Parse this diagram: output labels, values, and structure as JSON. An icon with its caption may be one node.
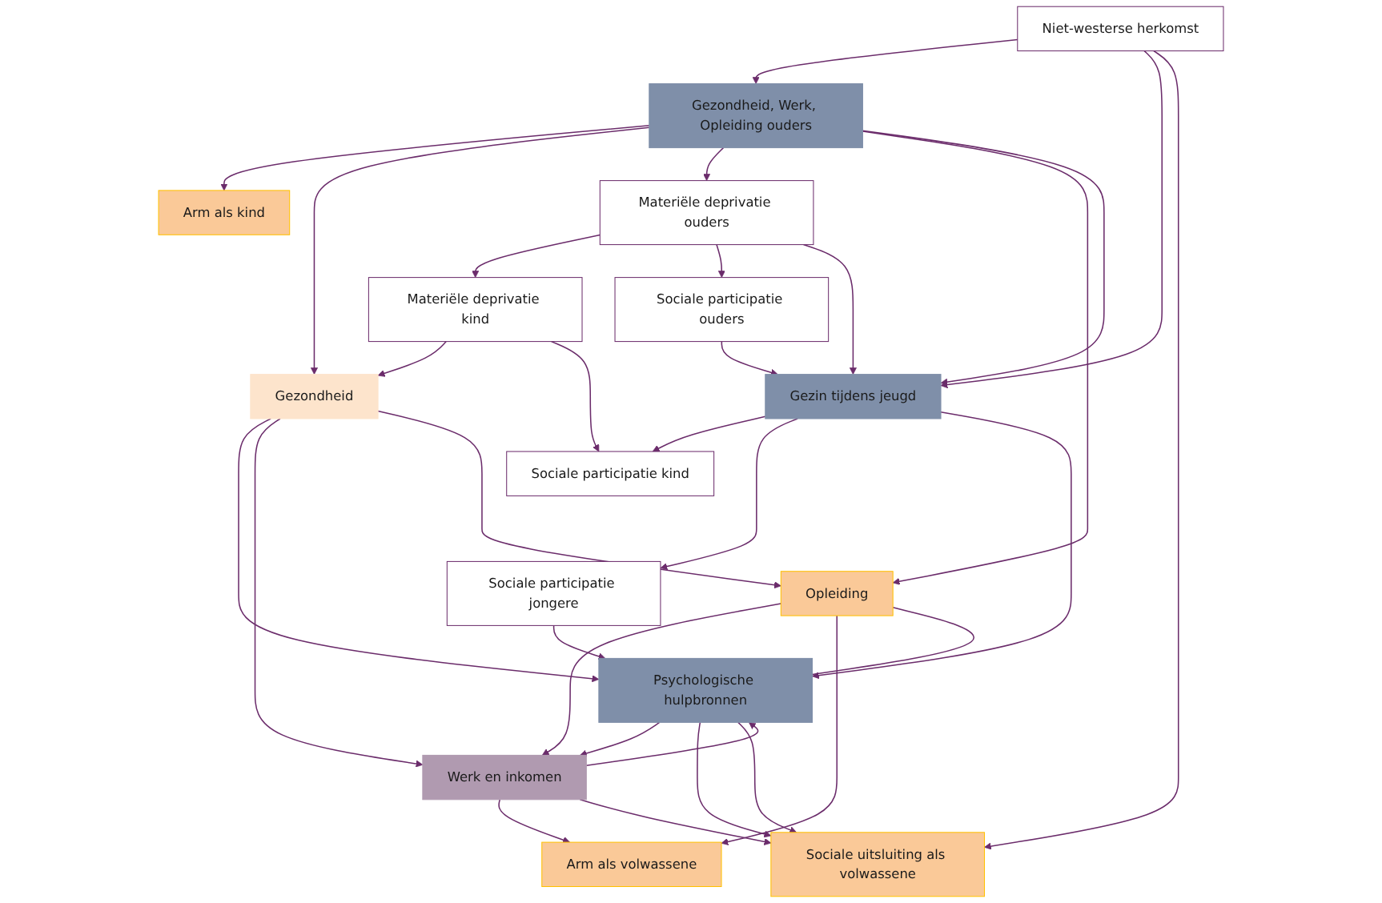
{
  "diagram": {
    "nodes": [
      {
        "text": [
          "Gezondheid, Werk, Opleiding ouders"
        ]
      },
      {
        "text": [
          "Arm als kind"
        ]
      },
      {
        "text": [
          "Arm als volwassene"
        ]
      },
      {
        "text": [
          "Materiële deprivatie ouders"
        ]
      },
      {
        "text": [
          "Materiële deprivatie kind"
        ]
      },
      {
        "text": [
          "Gezondheid"
        ]
      },
      {
        "text": [
          "Werk en inkomen"
        ]
      },
      {
        "text": [
          "Sociale participatie ouders"
        ]
      },
      {
        "text": [
          "Sociale participatie kind"
        ]
      },
      {
        "text": [
          "Sociale participatie jongere"
        ]
      },
      {
        "text": [
          "Opleiding"
        ]
      },
      {
        "text": [
          "Gezin tijdens jeugd"
        ]
      },
      {
        "text": [
          "Psychologische hulpbronnen"
        ]
      },
      {
        "text": [
          "Niet-westerse herkomst"
        ]
      },
      {
        "text": [
          "Sociale uitsluiting als volwassene"
        ]
      }
    ],
    "edges": [
      {
        "from": 0,
        "to": 1,
        "arrow": "to"
      },
      {
        "from": 0,
        "to": 5,
        "arrow": "to"
      },
      {
        "from": 0,
        "to": 3,
        "arrow": "to"
      },
      {
        "from": 0,
        "to": 10,
        "arrow": "to"
      },
      {
        "from": 0,
        "to": 11,
        "arrow": "to"
      },
      {
        "from": 13,
        "to": 0,
        "arrow": "to"
      },
      {
        "from": 3,
        "to": 4,
        "arrow": "to"
      },
      {
        "from": 3,
        "to": 7,
        "arrow": "to"
      },
      {
        "from": 3,
        "to": 11,
        "arrow": "to"
      },
      {
        "from": 4,
        "to": 5,
        "arrow": "to"
      },
      {
        "from": 4,
        "to": 8,
        "arrow": "to"
      },
      {
        "from": 7,
        "to": 11,
        "arrow": "to"
      },
      {
        "from": 11,
        "to": 8,
        "arrow": "to"
      },
      {
        "from": 11,
        "to": 9,
        "arrow": "to"
      },
      {
        "from": 9,
        "to": 12,
        "arrow": "to"
      },
      {
        "from": 11,
        "to": 12,
        "arrow": "to"
      },
      {
        "from": 13,
        "to": 11,
        "arrow": "to"
      },
      {
        "from": 5,
        "to": 12,
        "arrow": "to"
      },
      {
        "from": 5,
        "to": 6,
        "arrow": "to"
      },
      {
        "from": 5,
        "to": 10,
        "arrow": "to"
      },
      {
        "from": 10,
        "to": 6,
        "arrow": "to"
      },
      {
        "from": 10,
        "to": 2,
        "arrow": "to"
      },
      {
        "from": 10,
        "to": 12,
        "arrow": "none"
      },
      {
        "from": 6,
        "to": 2,
        "arrow": "to"
      },
      {
        "from": 6,
        "to": 12,
        "arrow": "to"
      },
      {
        "from": 12,
        "to": 6,
        "arrow": "to"
      },
      {
        "from": 6,
        "to": 14,
        "arrow": "to"
      },
      {
        "from": 12,
        "to": 14,
        "arrow": "to"
      },
      {
        "from": 12,
        "to": 14,
        "arrow": "to"
      },
      {
        "from": 13,
        "to": 14,
        "arrow": "to"
      }
    ]
  }
}
